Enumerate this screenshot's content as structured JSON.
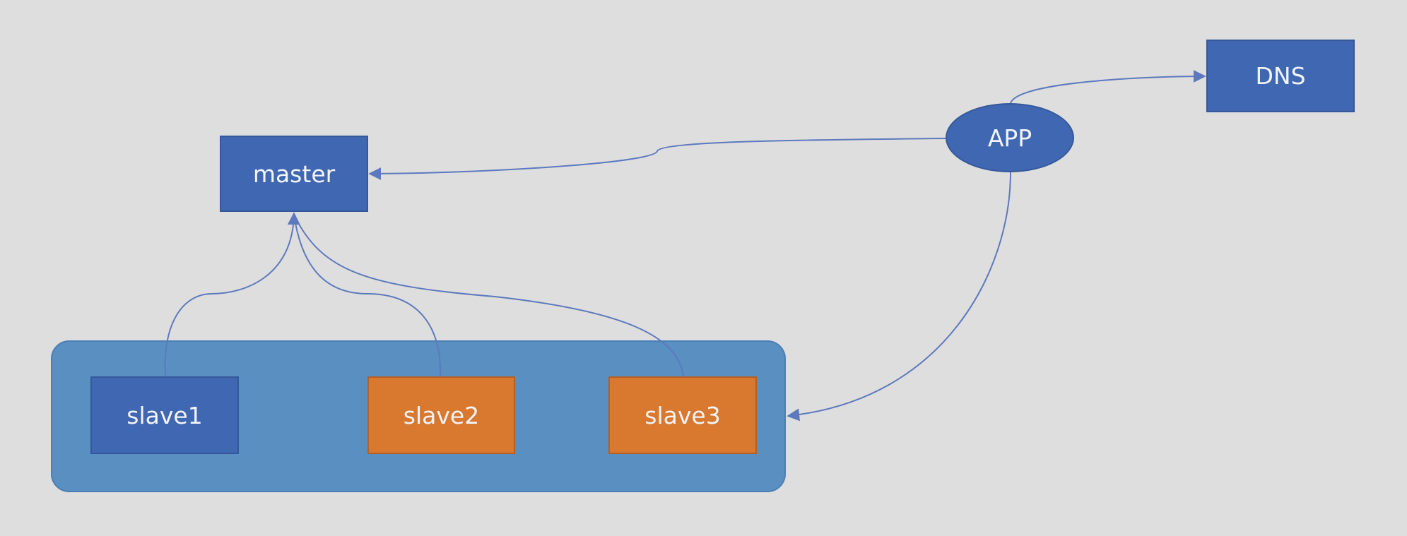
{
  "diagram": {
    "nodes": {
      "master": "master",
      "dns": "DNS",
      "app": "APP",
      "slave1": "slave1",
      "slave2": "slave2",
      "slave3": "slave3"
    },
    "edges": [
      {
        "from": "app",
        "to": "master"
      },
      {
        "from": "app",
        "to": "dns"
      },
      {
        "from": "app",
        "to": "slave-group"
      },
      {
        "from": "slave1",
        "to": "master"
      },
      {
        "from": "slave2",
        "to": "master"
      },
      {
        "from": "slave3",
        "to": "master"
      }
    ],
    "colors": {
      "background": "#dedede",
      "node_blue": "#4067b2",
      "node_orange": "#d9782f",
      "group_fill": "#5a8fc1",
      "edge": "#5d79bd"
    }
  }
}
